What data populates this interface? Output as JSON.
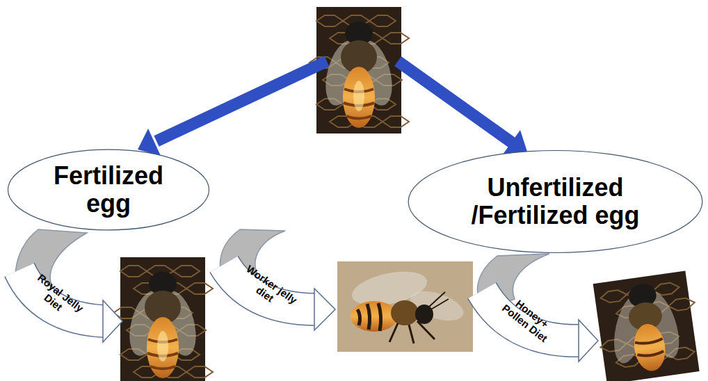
{
  "diagram": {
    "nodes": [
      {
        "text": [
          "Fertilized egg"
        ]
      },
      {
        "text": [
          "Unfertilized /Fertilized egg"
        ]
      }
    ],
    "labels": [
      "Royal Jelly Diet",
      "Worker jelly diet",
      "Honey+ Pollen Diet"
    ]
  }
}
